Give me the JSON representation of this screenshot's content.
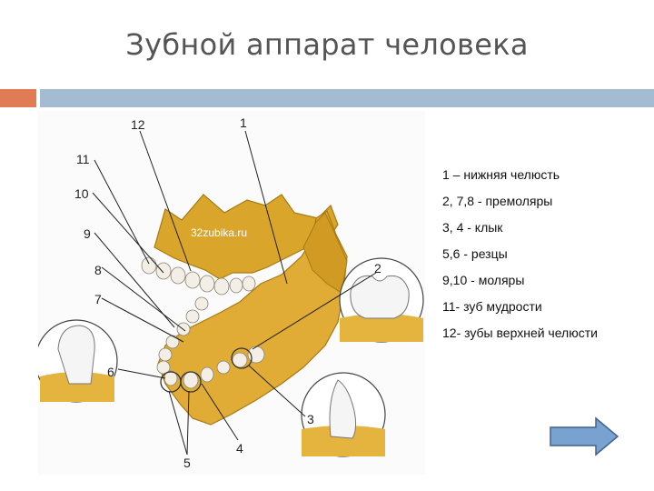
{
  "slide": {
    "title": "Зубной аппарат человека"
  },
  "figure": {
    "watermark": "32zubika.ru",
    "numbers": [
      "1",
      "2",
      "3",
      "4",
      "5",
      "6",
      "7",
      "8",
      "9",
      "10",
      "11",
      "12"
    ]
  },
  "legend": [
    "1 – нижняя челюсть",
    "2, 7,8 - премоляры",
    "3, 4 - клык",
    "5,6 - резцы",
    "9,10 - моляры",
    "11- зуб мудрости",
    "12- зубы верхней челюсти"
  ],
  "nav": {
    "next_icon": "arrow-right-icon"
  },
  "colors": {
    "accent_orange": "#e07b53",
    "accent_blue": "#a3bcd1",
    "bone": "#d9a52a",
    "arrow_fill": "#7aa2d0"
  }
}
